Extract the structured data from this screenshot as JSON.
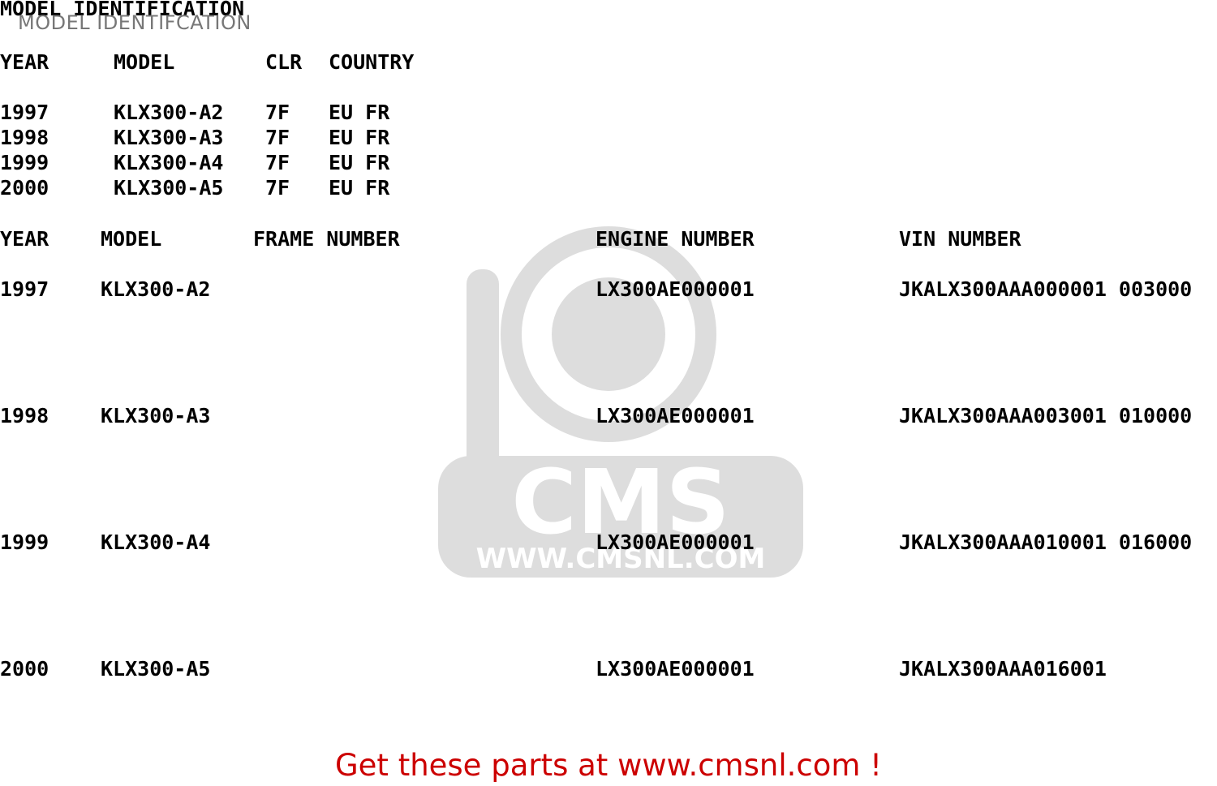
{
  "page": {
    "title": "MODEL IDENTIFICATION",
    "subtitle": "MODEL IDENTIFCATION"
  },
  "table1": {
    "headers": [
      "YEAR",
      "MODEL",
      "CLR",
      "COUNTRY"
    ],
    "rows": [
      [
        "1997",
        "KLX300-A2",
        "7F",
        "EU FR"
      ],
      [
        "1998",
        "KLX300-A3",
        "7F",
        "EU FR"
      ],
      [
        "1999",
        "KLX300-A4",
        "7F",
        "EU FR"
      ],
      [
        "2000",
        "KLX300-A5",
        "7F",
        "EU FR"
      ]
    ]
  },
  "table2": {
    "headers": [
      "YEAR",
      "MODEL",
      "FRAME NUMBER",
      "ENGINE NUMBER",
      "VIN NUMBER"
    ],
    "rows": [
      [
        "1997",
        "KLX300-A2",
        "",
        "LX300AE000001",
        "JKALX300AAA000001 003000"
      ],
      [
        "1998",
        "KLX300-A3",
        "",
        "LX300AE000001",
        "JKALX300AAA003001 010000"
      ],
      [
        "1999",
        "KLX300-A4",
        "",
        "LX300AE000001",
        "JKALX300AAA010001 016000"
      ],
      [
        "2000",
        "KLX300-A5",
        "",
        "LX300AE000001",
        "JKALX300AAA016001"
      ]
    ]
  },
  "watermark": {
    "brand": "CMS",
    "url": "WWW.CMSNL.COM"
  },
  "footer": {
    "text": "Get these parts at www.cmsnl.com !"
  },
  "colors": {
    "footer": "#cc0000",
    "subtitle": "#777777",
    "text": "#000000"
  }
}
